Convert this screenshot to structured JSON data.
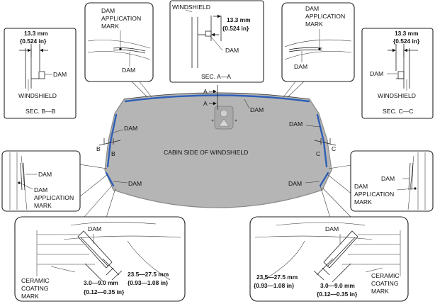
{
  "colors": {
    "glass_fill": "#b5b5b5",
    "glass_edge": "#8a8a8a",
    "dam_line": "#2f5fb8",
    "outline": "#222222",
    "background": "#ffffff"
  },
  "center_label": "CABIN SIDE OF WINDSHIELD",
  "main_dam_labels": [
    "DAM",
    "DAM",
    "DAM",
    "DAM",
    "DAM"
  ],
  "section_markers": {
    "a": "A",
    "b": "B",
    "c": "C"
  },
  "top_left_detail": {
    "dam_application_mark": [
      "DAM",
      "APPLICATION",
      "MARK"
    ],
    "dam": "DAM"
  },
  "top_right_detail": {
    "dam_application_mark": [
      "DAM",
      "APPLICATION",
      "MARK"
    ],
    "dam": "DAM"
  },
  "section_a": {
    "windshield": "WINDSHIELD",
    "dim_mm": "13.3 mm",
    "dim_in": "{0.524 in}",
    "dam": "DAM",
    "caption": "SEC. A—A"
  },
  "section_b": {
    "dim_mm": "13.3 mm",
    "dim_in": "{0.524 in}",
    "dam": "DAM",
    "windshield": "WINDSHIELD",
    "caption": "SEC. B—B"
  },
  "section_c": {
    "dim_mm": "13.3 mm",
    "dim_in": "{0.524 in}",
    "dam": "DAM",
    "windshield": "WINDSHIELD",
    "caption": "SEC. C—C"
  },
  "mid_left_detail": {
    "dam": "DAM",
    "dam_application_mark": [
      "DAM",
      "APPLICATION",
      "MARK"
    ]
  },
  "mid_right_detail": {
    "dam": "DAM",
    "dam_application_mark": [
      "DAM",
      "APPLICATION",
      "MARK"
    ]
  },
  "bottom_left_detail": {
    "dam": "DAM",
    "ceramic_coating_mark": [
      "CERAMIC",
      "COATING",
      "MARK"
    ],
    "dim1_mm": "3.0—9.0 mm",
    "dim1_in": "{0.12—0.35 in}",
    "dim2_mm": "23.5—27.5 mm",
    "dim2_in": "{0.93—1.08 in}"
  },
  "bottom_right_detail": {
    "dam": "DAM",
    "ceramic_coating_mark": [
      "CERAMIC",
      "COATING",
      "MARK"
    ],
    "dim1_mm": "3.0—9.0 mm",
    "dim1_in": "{0.12—0.35 in}",
    "dim2_mm": "23.5—27.5 mm",
    "dim2_in": "{0.93—1.08 in}"
  }
}
